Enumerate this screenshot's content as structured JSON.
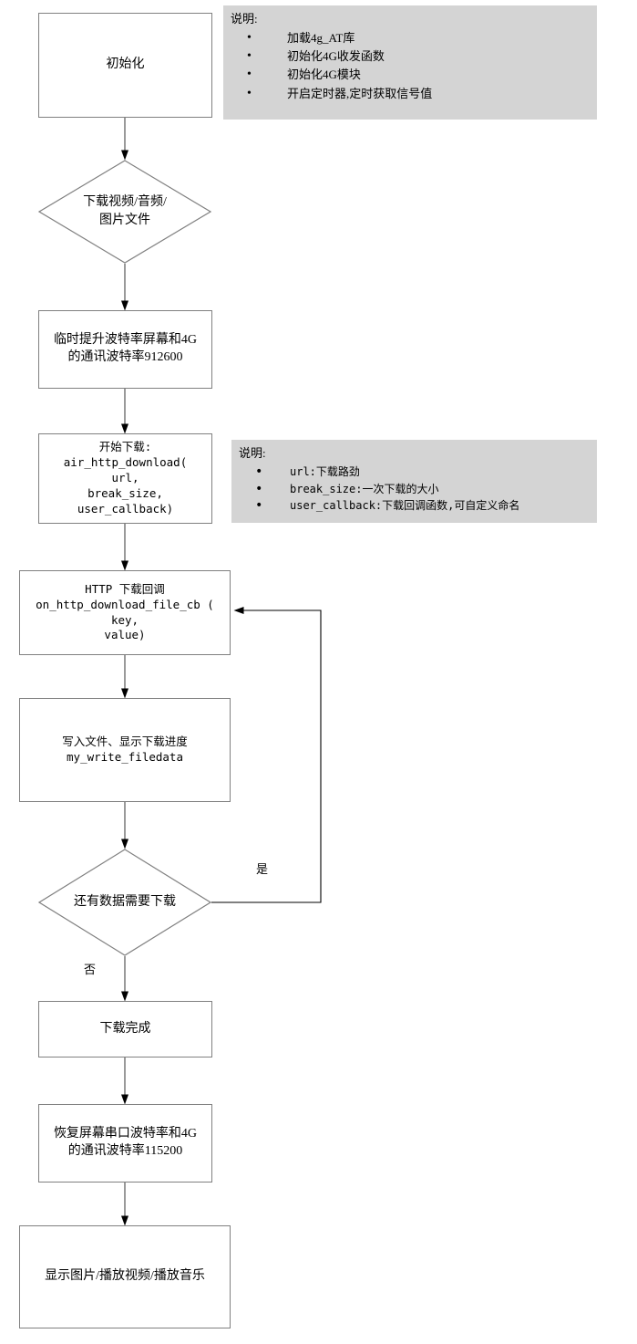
{
  "diagram": {
    "title": "4G HTTP download flowchart",
    "colors": {
      "node_border": "#808080",
      "node_fill": "#ffffff",
      "note_fill": "#d4d4d4",
      "connector": "#808080",
      "arrowhead": "#000000",
      "text": "#000000"
    },
    "nodes": [
      {
        "id": "init",
        "shape": "process",
        "text": "初始化"
      },
      {
        "id": "download-decision",
        "shape": "decision",
        "text": "下载视频/音频/\n图片文件"
      },
      {
        "id": "raise-baud",
        "shape": "process",
        "text": "临时提升波特率屏幕和4G\n的通讯波特率912600"
      },
      {
        "id": "start-download",
        "shape": "process",
        "text": "开始下载:\nair_http_download(\nurl,\nbreak_size,\nuser_callback)"
      },
      {
        "id": "http-callback",
        "shape": "process",
        "text": "HTTP 下载回调\non_http_download_file_cb (\nkey,\nvalue)"
      },
      {
        "id": "write-file",
        "shape": "process",
        "text": "写入文件、显示下载进度\nmy_write_filedata"
      },
      {
        "id": "more-data-decision",
        "shape": "decision",
        "text": "还有数据需要下载"
      },
      {
        "id": "download-complete",
        "shape": "process",
        "text": "下载完成"
      },
      {
        "id": "restore-baud",
        "shape": "process",
        "text": "恢复屏幕串口波特率和4G\n的通讯波特率115200"
      },
      {
        "id": "play-media",
        "shape": "process",
        "text": "显示图片/播放视频/播放音乐"
      }
    ],
    "edge_labels": {
      "yes": "是",
      "no": "否"
    },
    "notes": [
      {
        "id": "note-init",
        "title": "说明:",
        "items": [
          "加载4g_AT库",
          "初始化4G收发函数",
          "初始化4G模块",
          "开启定时器,定时获取信号值"
        ]
      },
      {
        "id": "note-download-params",
        "title": "说明:",
        "items": [
          "url:下载路劲",
          "break_size:一次下载的大小",
          "user_callback:下载回调函数,可自定义命名"
        ]
      }
    ]
  }
}
